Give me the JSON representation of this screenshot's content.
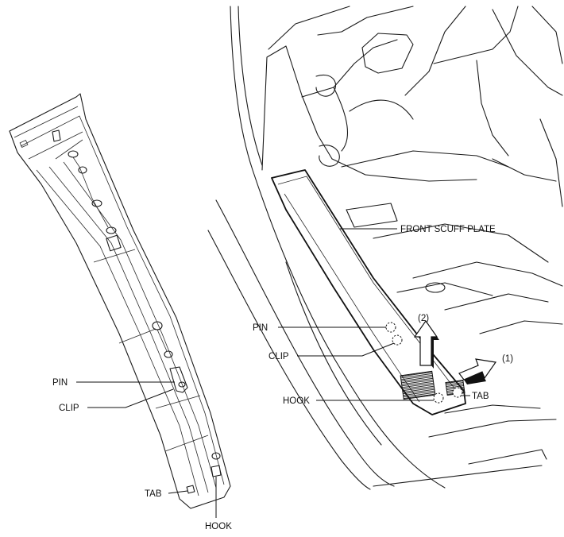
{
  "left_view": {
    "labels": {
      "pin": "PIN",
      "clip": "CLIP",
      "tab": "TAB",
      "hook": "HOOK"
    }
  },
  "right_view": {
    "labels": {
      "front_scuff_plate": "FRONT SCUFF PLATE",
      "pin": "PIN",
      "clip": "CLIP",
      "hook": "HOOK",
      "tab": "TAB",
      "step_1": "(1)",
      "step_2": "(2)"
    },
    "arrow_icons": [
      "push-inward-arrow-icon",
      "lift-up-arrow-icon"
    ]
  }
}
